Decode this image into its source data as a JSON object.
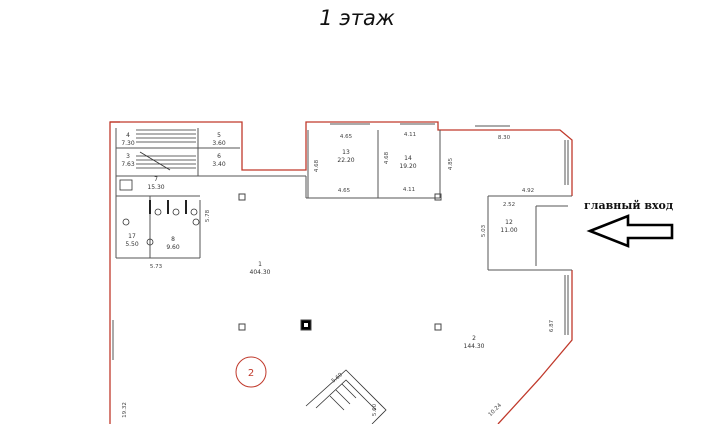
{
  "floor_title": "1 этаж",
  "entrance_label": "главный вход",
  "colors": {
    "wall": "#c0392b",
    "line": "#222222",
    "text": "#333333"
  },
  "rooms": [
    {
      "id": "4",
      "area": "7.30"
    },
    {
      "id": "5",
      "area": "3.60"
    },
    {
      "id": "3",
      "area": "7.63"
    },
    {
      "id": "6",
      "area": "3.40"
    },
    {
      "id": "7",
      "area": "15.30"
    },
    {
      "id": "17",
      "area": "5.50"
    },
    {
      "id": "8",
      "area": "9.60"
    },
    {
      "id": "13",
      "area": "22.20"
    },
    {
      "id": "14",
      "area": "19.20"
    },
    {
      "id": "12",
      "area": "11.00"
    },
    {
      "id": "1",
      "area": "404.30"
    },
    {
      "id": "2",
      "area": "144.30"
    }
  ],
  "dimensions": [
    "4.65",
    "4.11",
    "8.30",
    "4.68",
    "4.68",
    "4.85",
    "4.65",
    "4.11",
    "4.92",
    "2.52",
    "5.03",
    "5.78",
    "5.73",
    "6.87",
    "19.32",
    "10.24",
    "5.69",
    "5.60"
  ],
  "circle_marker": "2"
}
